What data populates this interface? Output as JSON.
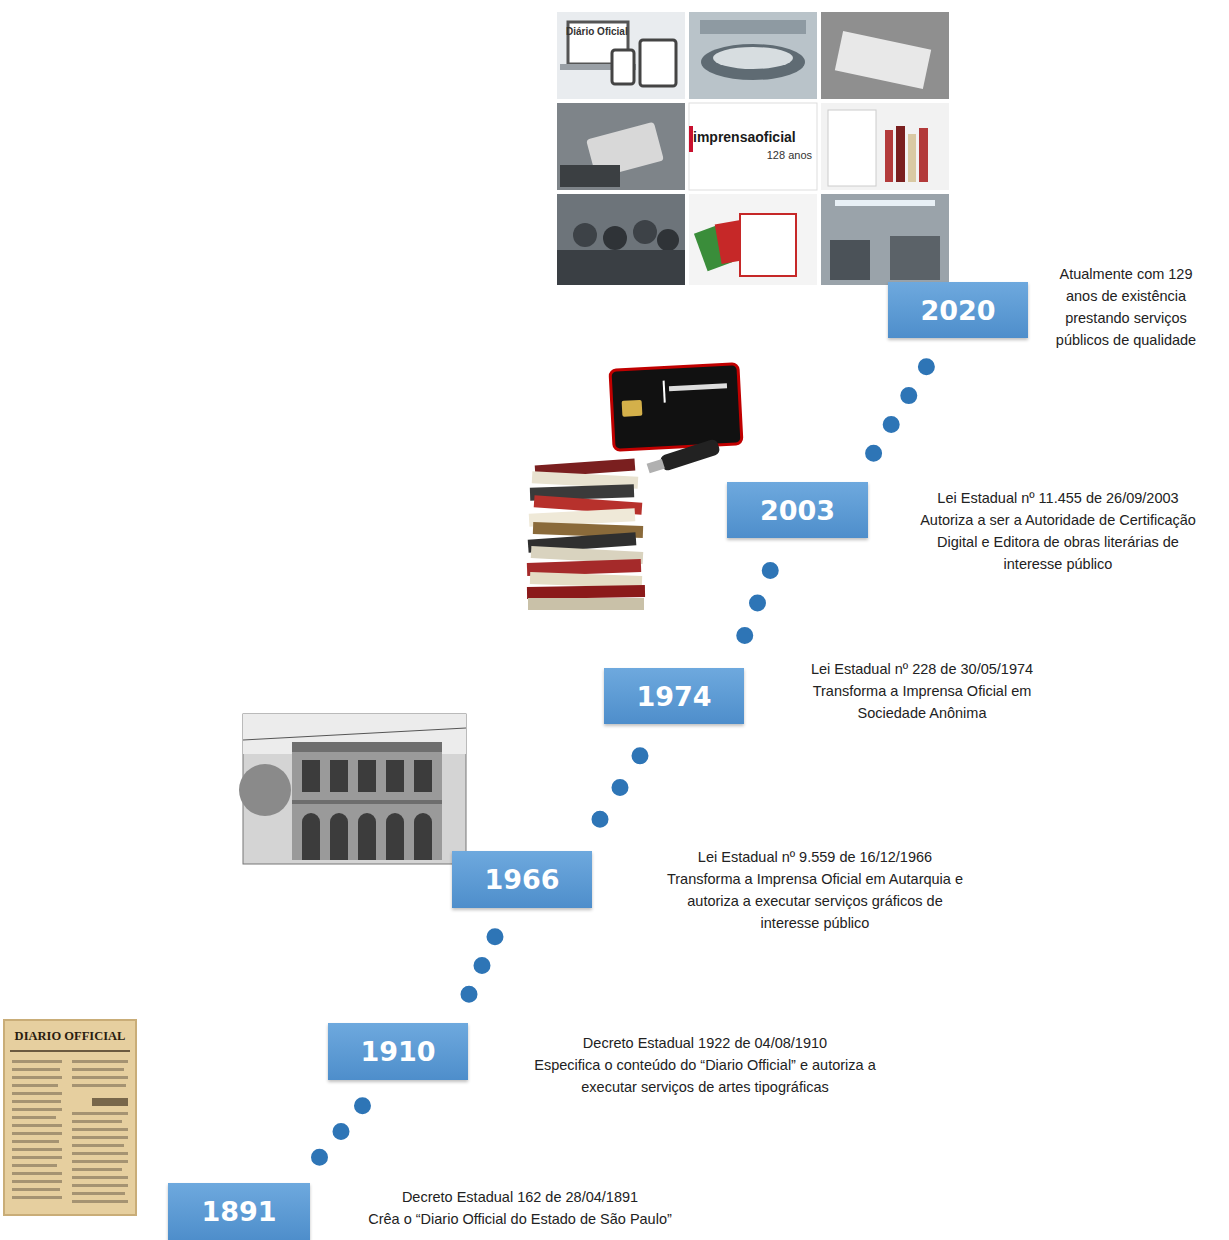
{
  "diagram": {
    "nodes": [
      {
        "text": [
          "1891"
        ]
      },
      {
        "text": [
          "1910"
        ]
      },
      {
        "text": [
          "1966"
        ]
      },
      {
        "text": [
          "1974"
        ]
      },
      {
        "text": [
          "2003"
        ]
      },
      {
        "text": [
          "2020"
        ]
      }
    ],
    "edges": [
      {
        "from": 0,
        "to": 1,
        "arrow": "none"
      },
      {
        "from": 1,
        "to": 2,
        "arrow": "none"
      },
      {
        "from": 2,
        "to": 3,
        "arrow": "none"
      },
      {
        "from": 3,
        "to": 4,
        "arrow": "none"
      },
      {
        "from": 4,
        "to": 5,
        "arrow": "none"
      }
    ],
    "labels": [
      "Diário Oficial",
      "imprensaoficial",
      "128 anos",
      "Atualmente com 129 anos de existência prestando serviços públicos de qualidade",
      "Lei Estadual nº 11.455 de 26/09/2003",
      "Autoriza a ser a Autoridade de Certificação Digital e Editora de obras literárias de interesse público",
      "Lei Estadual nº 228 de 30/05/1974",
      "Transforma a Imprensa Oficial em Sociedade Anônima",
      "Lei Estadual nº 9.559 de 16/12/1966",
      "Transforma a Imprensa Oficial em Autarquia e autoriza a executar serviços gráficos de interesse público",
      "DIARIO OFFICIAL",
      "Decreto Estadual 1922 de 04/08/1910",
      "Especifica o conteúdo do “Diario Official” e autoriza a executar serviços de artes tipográficas",
      "Decreto Estadual 162 de 28/04/1891",
      "Crêa o “Diario Official do Estado de São Paulo”"
    ]
  }
}
